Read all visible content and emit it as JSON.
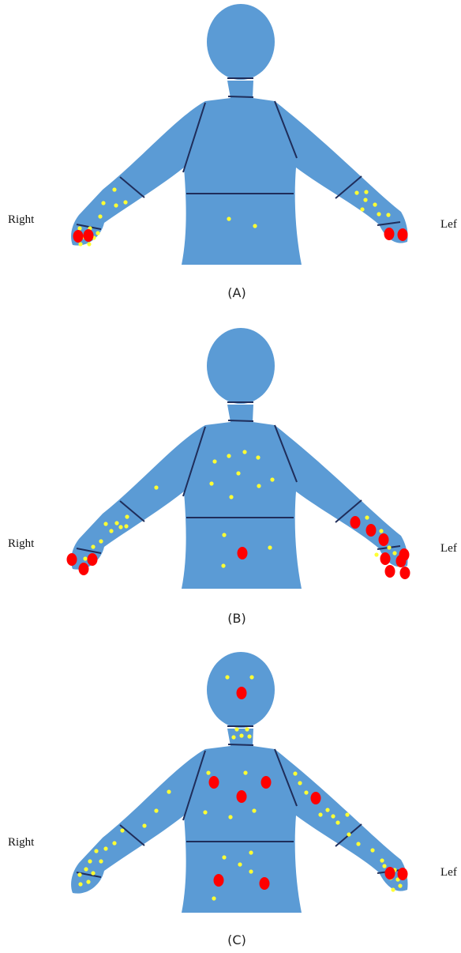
{
  "figure": {
    "side_labels": {
      "right": "Right",
      "left": "Lef"
    },
    "colors": {
      "body": "#5b9bd5",
      "segment_lines": "#1f2d5a",
      "minor_marker": "#ffff33",
      "major_marker": "#ff0000"
    },
    "panels": [
      {
        "caption": "(A)"
      },
      {
        "caption": "(B)"
      },
      {
        "caption": "(C)"
      }
    ]
  }
}
